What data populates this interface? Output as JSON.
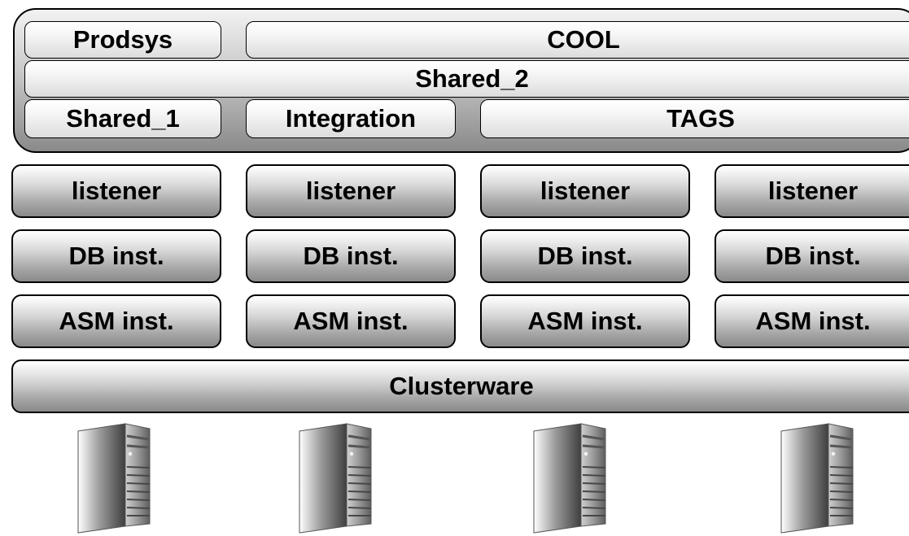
{
  "schemas": {
    "prodsys": "Prodsys",
    "cool": "COOL",
    "shared_2": "Shared_2",
    "shared_1": "Shared_1",
    "integration": "Integration",
    "tags": "TAGS"
  },
  "nodes": [
    {
      "listener": "listener",
      "db": "DB inst.",
      "asm": "ASM inst."
    },
    {
      "listener": "listener",
      "db": "DB inst.",
      "asm": "ASM inst."
    },
    {
      "listener": "listener",
      "db": "DB inst.",
      "asm": "ASM inst."
    },
    {
      "listener": "listener",
      "db": "DB inst.",
      "asm": "ASM inst."
    }
  ],
  "clusterware": "Clusterware",
  "servers": [
    "server-icon",
    "server-icon",
    "server-icon",
    "server-icon"
  ]
}
